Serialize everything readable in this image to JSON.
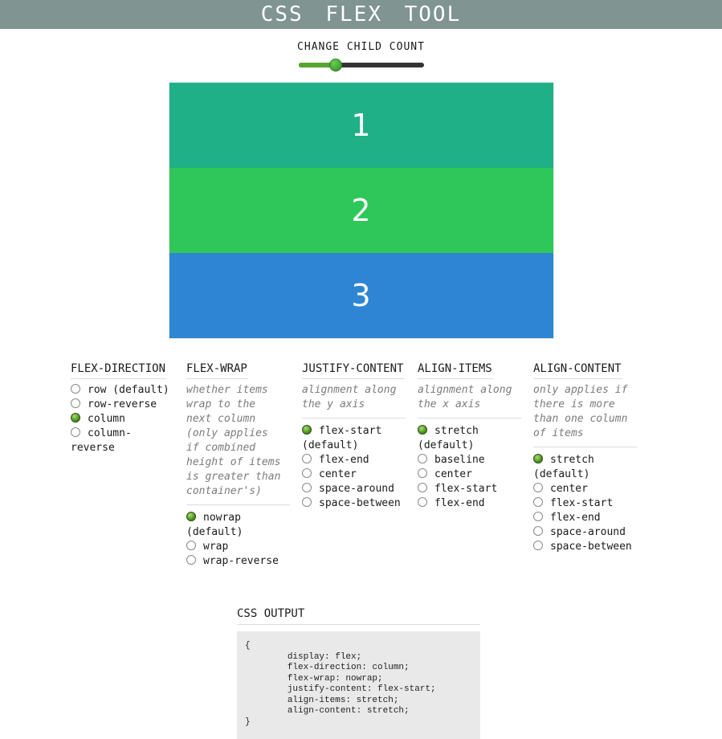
{
  "app": {
    "title": "CSS FLEX TOOL"
  },
  "colors": {
    "header_bg": "#809492",
    "slider_track": "#333333",
    "slider_fill": "#55a630",
    "radio_selected": "#48941c",
    "code_bg": "#e9e9e9",
    "divider": "#dcdcdc"
  },
  "slider": {
    "label": "CHANGE CHILD COUNT",
    "value_percent": 30,
    "child_count": 3
  },
  "preview": {
    "items": [
      {
        "label": "1",
        "color": "#20b087"
      },
      {
        "label": "2",
        "color": "#2fc75a"
      },
      {
        "label": "3",
        "color": "#2d85d3"
      }
    ]
  },
  "controls": [
    {
      "id": "flex-direction",
      "title": "FLEX-DIRECTION",
      "description": "",
      "options": [
        {
          "value": "row",
          "label": "row (default)",
          "selected": false
        },
        {
          "value": "row-reverse",
          "label": "row-reverse",
          "selected": false
        },
        {
          "value": "column",
          "label": "column",
          "selected": true
        },
        {
          "value": "column-reverse",
          "label": "column-\nreverse",
          "selected": false
        }
      ]
    },
    {
      "id": "flex-wrap",
      "title": "FLEX-WRAP",
      "description": "whether items\nwrap to the\nnext column\n(only applies\nif combined\nheight of items\nis greater than\ncontainer's)",
      "options": [
        {
          "value": "nowrap",
          "label": "nowrap\n(default)",
          "selected": true
        },
        {
          "value": "wrap",
          "label": "wrap",
          "selected": false
        },
        {
          "value": "wrap-reverse",
          "label": "wrap-reverse",
          "selected": false
        }
      ]
    },
    {
      "id": "justify-content",
      "title": "JUSTIFY-CONTENT",
      "description": "alignment along\nthe y axis",
      "options": [
        {
          "value": "flex-start",
          "label": "flex-start\n(default)",
          "selected": true
        },
        {
          "value": "flex-end",
          "label": "flex-end",
          "selected": false
        },
        {
          "value": "center",
          "label": "center",
          "selected": false
        },
        {
          "value": "space-around",
          "label": "space-around",
          "selected": false
        },
        {
          "value": "space-between",
          "label": "space-between",
          "selected": false
        }
      ]
    },
    {
      "id": "align-items",
      "title": "ALIGN-ITEMS",
      "description": "alignment along\nthe x axis",
      "options": [
        {
          "value": "stretch",
          "label": "stretch\n(default)",
          "selected": true
        },
        {
          "value": "baseline",
          "label": "baseline",
          "selected": false
        },
        {
          "value": "center",
          "label": "center",
          "selected": false
        },
        {
          "value": "flex-start",
          "label": "flex-start",
          "selected": false
        },
        {
          "value": "flex-end",
          "label": "flex-end",
          "selected": false
        }
      ]
    },
    {
      "id": "align-content",
      "title": "ALIGN-CONTENT",
      "description": "only applies if\nthere is more\nthan one column\nof items",
      "options": [
        {
          "value": "stretch",
          "label": "stretch\n(default)",
          "selected": true
        },
        {
          "value": "center",
          "label": "center",
          "selected": false
        },
        {
          "value": "flex-start",
          "label": "flex-start",
          "selected": false
        },
        {
          "value": "flex-end",
          "label": "flex-end",
          "selected": false
        },
        {
          "value": "space-around",
          "label": "space-around",
          "selected": false
        },
        {
          "value": "space-between",
          "label": "space-between",
          "selected": false
        }
      ]
    }
  ],
  "css_output": {
    "title": "CSS OUTPUT",
    "code": "{\n\tdisplay: flex;\n\tflex-direction: column;\n\tflex-wrap: nowrap;\n\tjustify-content: flex-start;\n\talign-items: stretch;\n\talign-content: stretch;\n}"
  }
}
